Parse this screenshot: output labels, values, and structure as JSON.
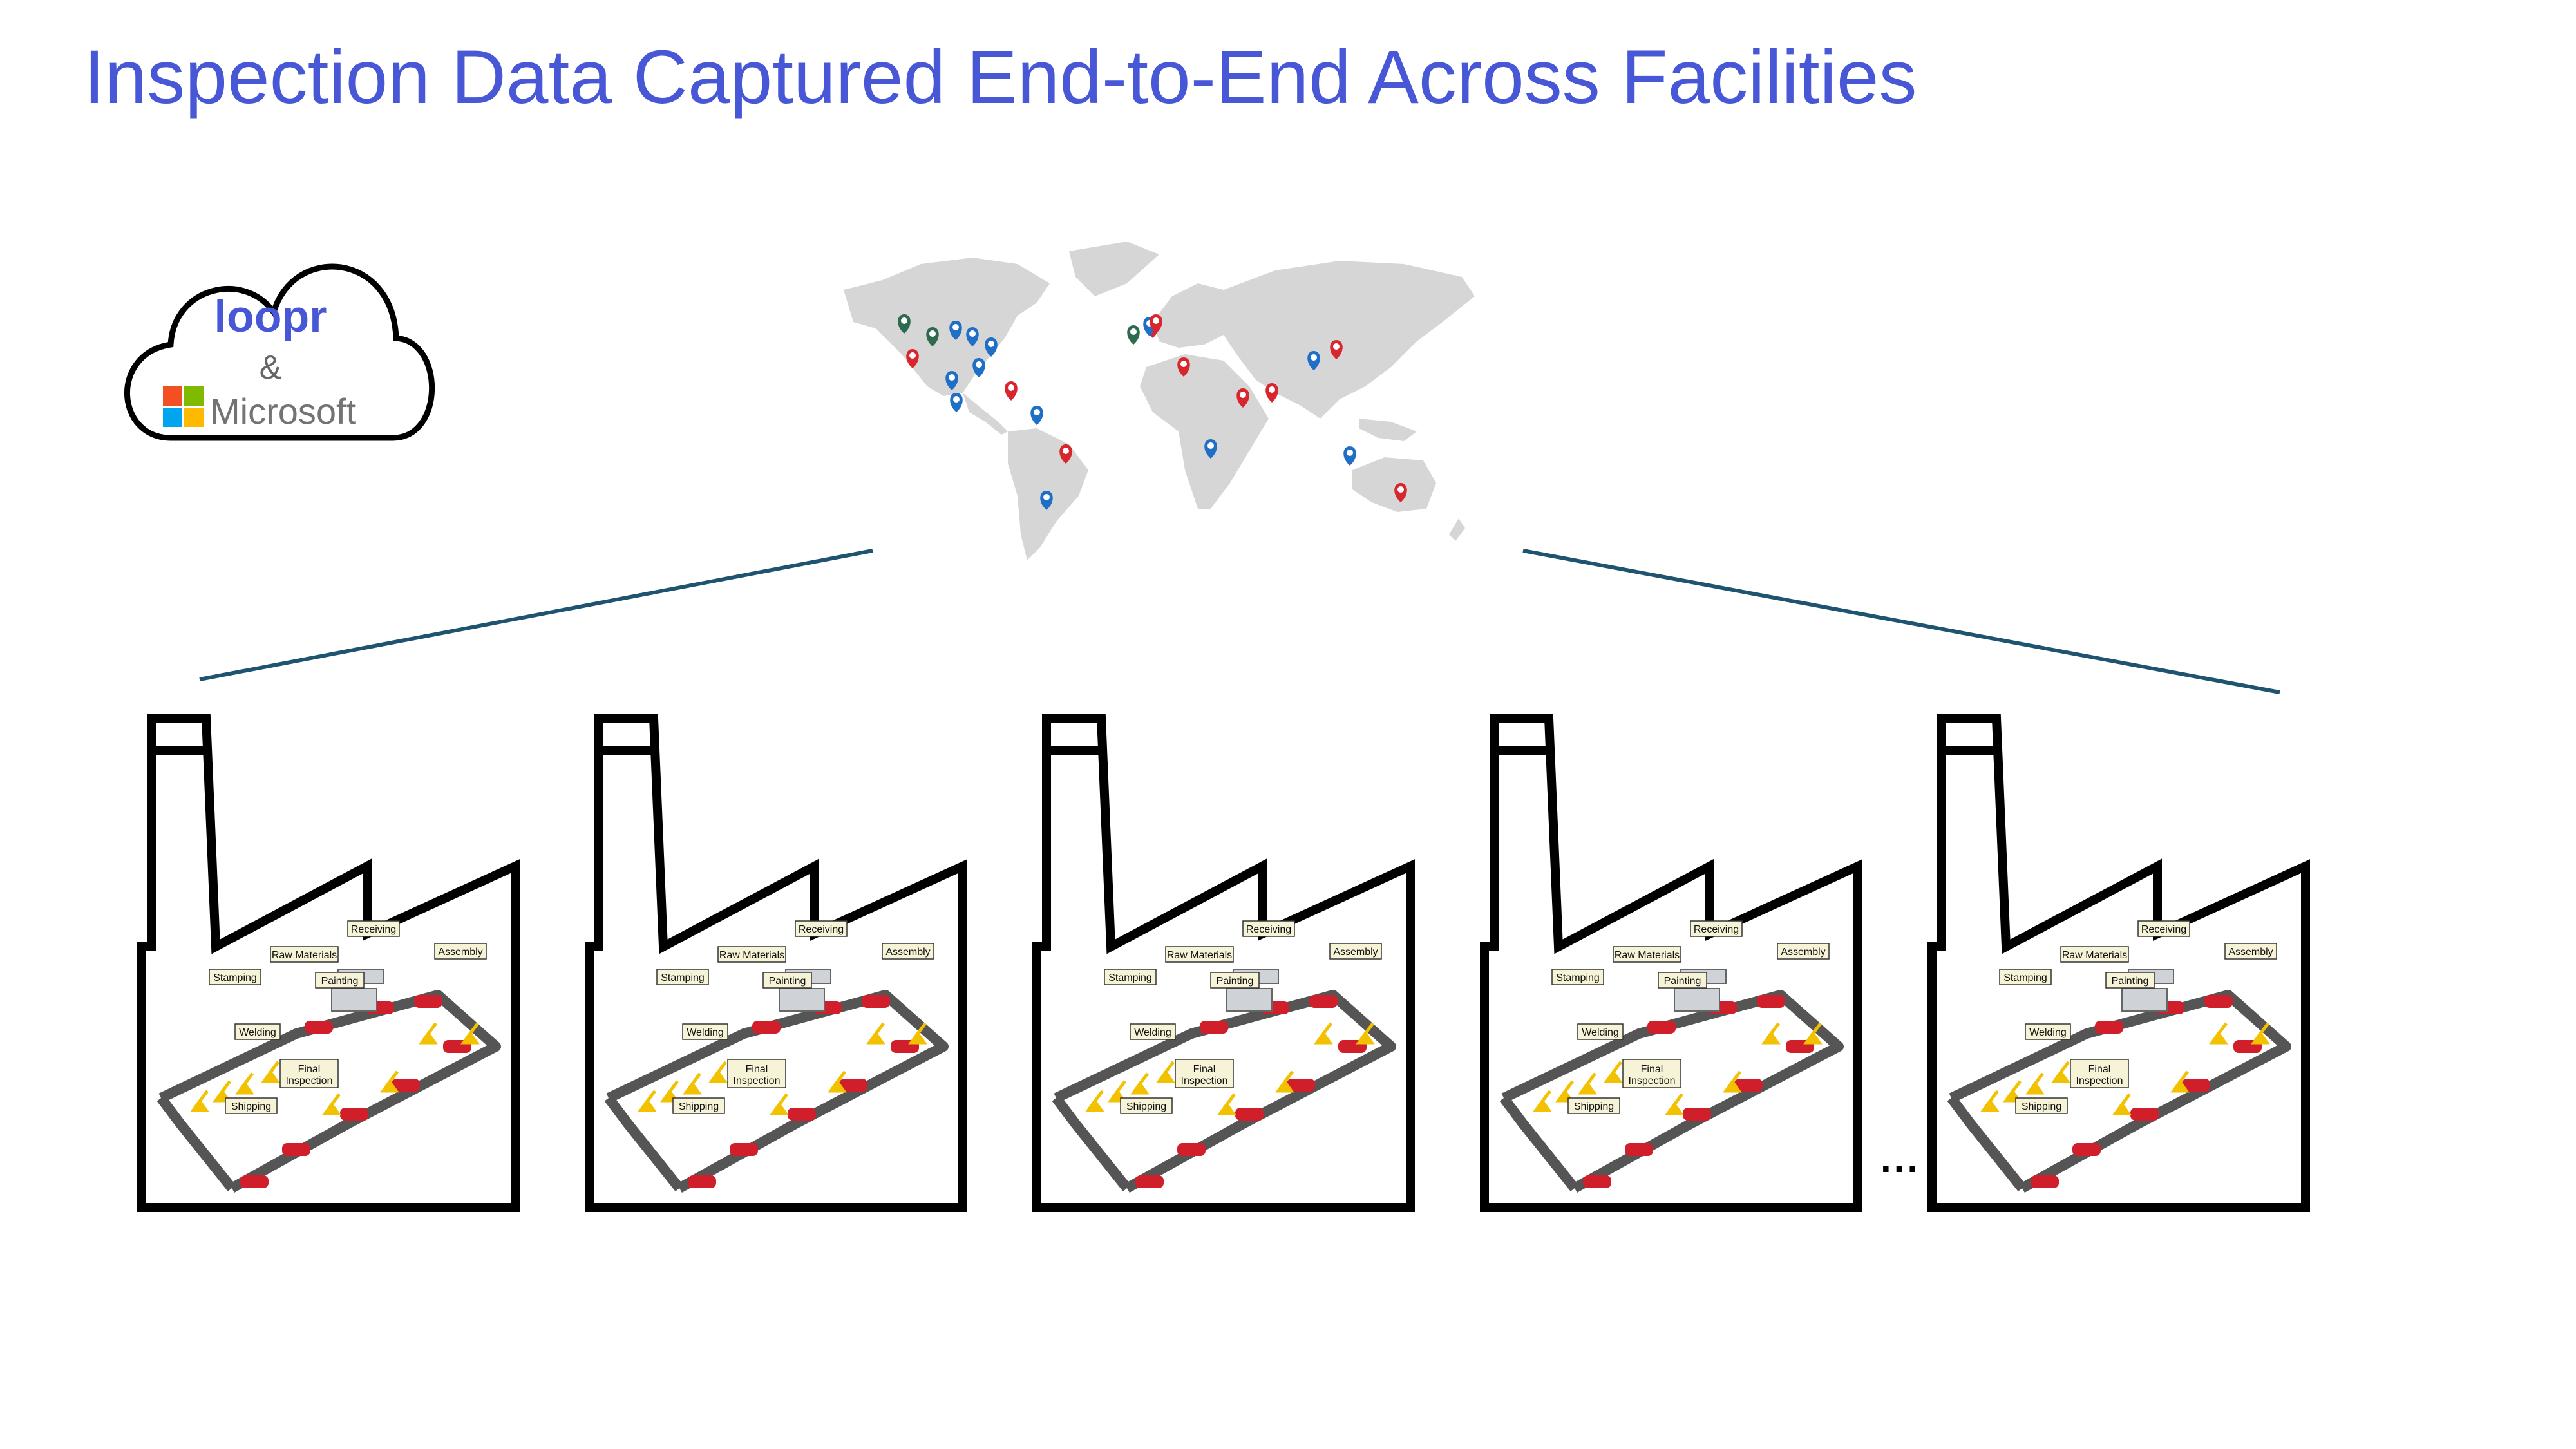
{
  "title": "Inspection Data Captured End-to-End Across Facilities",
  "colors": {
    "title": "#4757d6",
    "cloud_stroke": "#000000",
    "loopr": "#4757d6",
    "microsoft_text": "#737373",
    "ms_red": "#f25022",
    "ms_green": "#7fba00",
    "ms_blue": "#00a4ef",
    "ms_yellow": "#ffb900",
    "map_land": "#d6d6d6",
    "connector_line": "#1f5470",
    "pin_red": "#d7262e",
    "pin_blue": "#1f6fc7",
    "pin_green": "#2e6a4f",
    "conveyor": "#555555",
    "car_red": "#d01f2a",
    "robot_yellow": "#f2c100"
  },
  "cloud": {
    "brand": "loopr",
    "connector": "&",
    "partner": "Microsoft",
    "icon": "cloud-icon"
  },
  "map": {
    "icon": "world-map",
    "pins": [
      {
        "color": "green"
      },
      {
        "color": "red"
      },
      {
        "color": "green"
      },
      {
        "color": "blue"
      },
      {
        "color": "blue"
      },
      {
        "color": "blue"
      },
      {
        "color": "blue"
      },
      {
        "color": "blue"
      },
      {
        "color": "blue"
      },
      {
        "color": "red"
      },
      {
        "color": "blue"
      },
      {
        "color": "blue"
      },
      {
        "color": "red"
      },
      {
        "color": "green"
      },
      {
        "color": "red"
      },
      {
        "color": "blue"
      },
      {
        "color": "red"
      },
      {
        "color": "red"
      },
      {
        "color": "blue"
      },
      {
        "color": "red"
      },
      {
        "color": "red"
      },
      {
        "color": "blue"
      },
      {
        "color": "red"
      },
      {
        "color": "blue"
      },
      {
        "color": "red"
      }
    ]
  },
  "factories": [
    {
      "name": "factory-1"
    },
    {
      "name": "factory-2"
    },
    {
      "name": "factory-3"
    },
    {
      "name": "factory-4"
    },
    {
      "name": "factory-5"
    }
  ],
  "process_labels": {
    "receiving": "Receiving",
    "raw_materials": "Raw Materials",
    "assembly": "Assembly",
    "stamping": "Stamping",
    "painting": "Painting",
    "welding": "Welding",
    "final_inspection_1": "Final",
    "final_inspection_2": "Inspection",
    "shipping": "Shipping"
  },
  "ellipsis": "..."
}
